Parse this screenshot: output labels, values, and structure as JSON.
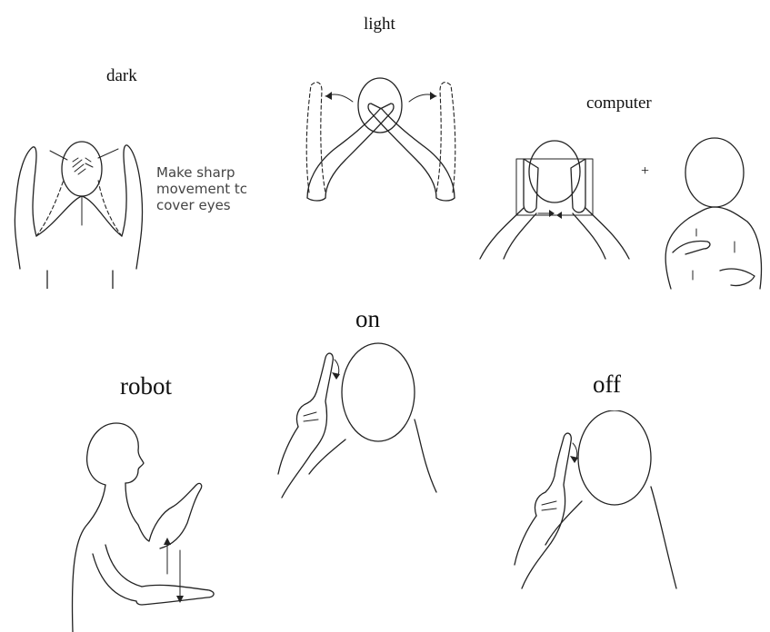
{
  "signs": {
    "light": {
      "label": "light",
      "icon": "sign-light-crossed-arms-drawing"
    },
    "dark": {
      "label": "dark",
      "icon": "sign-dark-hands-cover-eyes-drawing",
      "note_lines": [
        "Make sharp",
        "movement tc",
        "cover eyes"
      ]
    },
    "computer": {
      "label": "computer",
      "plus": "+",
      "icon": "sign-computer-two-part-drawing"
    },
    "on": {
      "label": "on",
      "icon": "sign-on-finger-flick-drawing"
    },
    "robot": {
      "label": "robot",
      "icon": "sign-robot-hands-up-down-drawing"
    },
    "off": {
      "label": "off",
      "icon": "sign-off-finger-flick-drawing"
    }
  },
  "colors": {
    "ink": "#222222",
    "text": "#111111",
    "background": "#ffffff"
  }
}
